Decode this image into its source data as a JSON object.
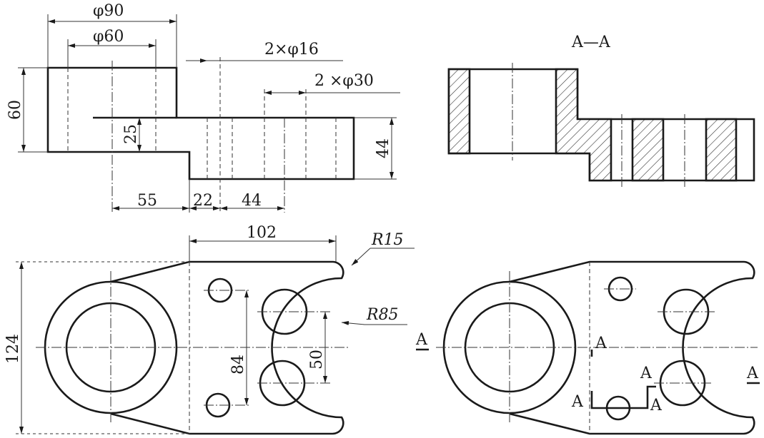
{
  "front_view": {
    "d_phi90": "φ90",
    "d_phi60": "φ60",
    "d_2phi16": "2×φ16",
    "d_2phi30": "2 ×φ30",
    "d_60": "60",
    "d_25": "25",
    "d_44v": "44",
    "d_55": "55",
    "d_22": "22",
    "d_44h": "44"
  },
  "section_view": {
    "title": "A—A"
  },
  "top_view": {
    "d_102": "102",
    "d_R15": "R15",
    "d_R85": "R85",
    "d_124": "124",
    "d_84": "84",
    "d_50": "50"
  },
  "section_marks": {
    "label": "A"
  }
}
